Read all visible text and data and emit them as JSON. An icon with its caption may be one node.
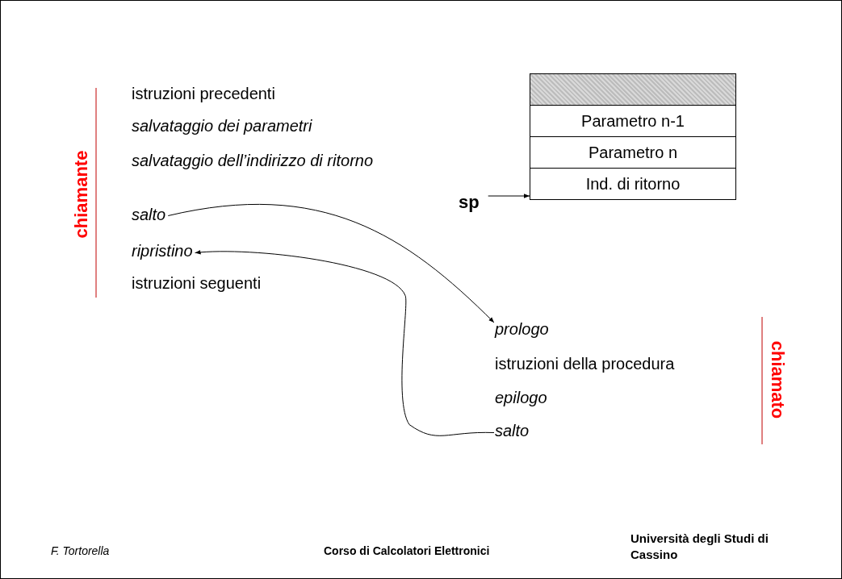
{
  "diagram": {
    "nodes": [
      {
        "text": [
          "istruzioni precedenti"
        ]
      },
      {
        "text": [
          "salvataggio dei parametri"
        ]
      },
      {
        "text": [
          "salvataggio dell’indirizzo di ritorno"
        ]
      },
      {
        "text": [
          "salto"
        ]
      },
      {
        "text": [
          "ripristino"
        ]
      },
      {
        "text": [
          "istruzioni seguenti"
        ]
      },
      {
        "text": [
          "prologo"
        ]
      },
      {
        "text": [
          "istruzioni della procedura"
        ]
      },
      {
        "text": [
          "epilogo"
        ]
      },
      {
        "text": [
          "salto"
        ]
      },
      {
        "text": [],
        "shape": "box"
      },
      {
        "text": [
          "Parametro n-1"
        ]
      },
      {
        "text": [
          "Parametro n"
        ]
      },
      {
        "text": [
          "Ind. di ritorno"
        ]
      },
      {
        "text": [
          "sp"
        ]
      }
    ],
    "edges": [
      {
        "from": 3,
        "to": 6,
        "arrow": "to"
      },
      {
        "from": 9,
        "to": 4,
        "arrow": "to"
      },
      {
        "from": 14,
        "to": 13,
        "arrow": "to"
      }
    ],
    "labels": [
      "chiamante",
      "chiamato",
      "F. Tortorella",
      "Corso di Calcolatori Elettronici",
      "Università degli Studi di Cassino"
    ]
  }
}
